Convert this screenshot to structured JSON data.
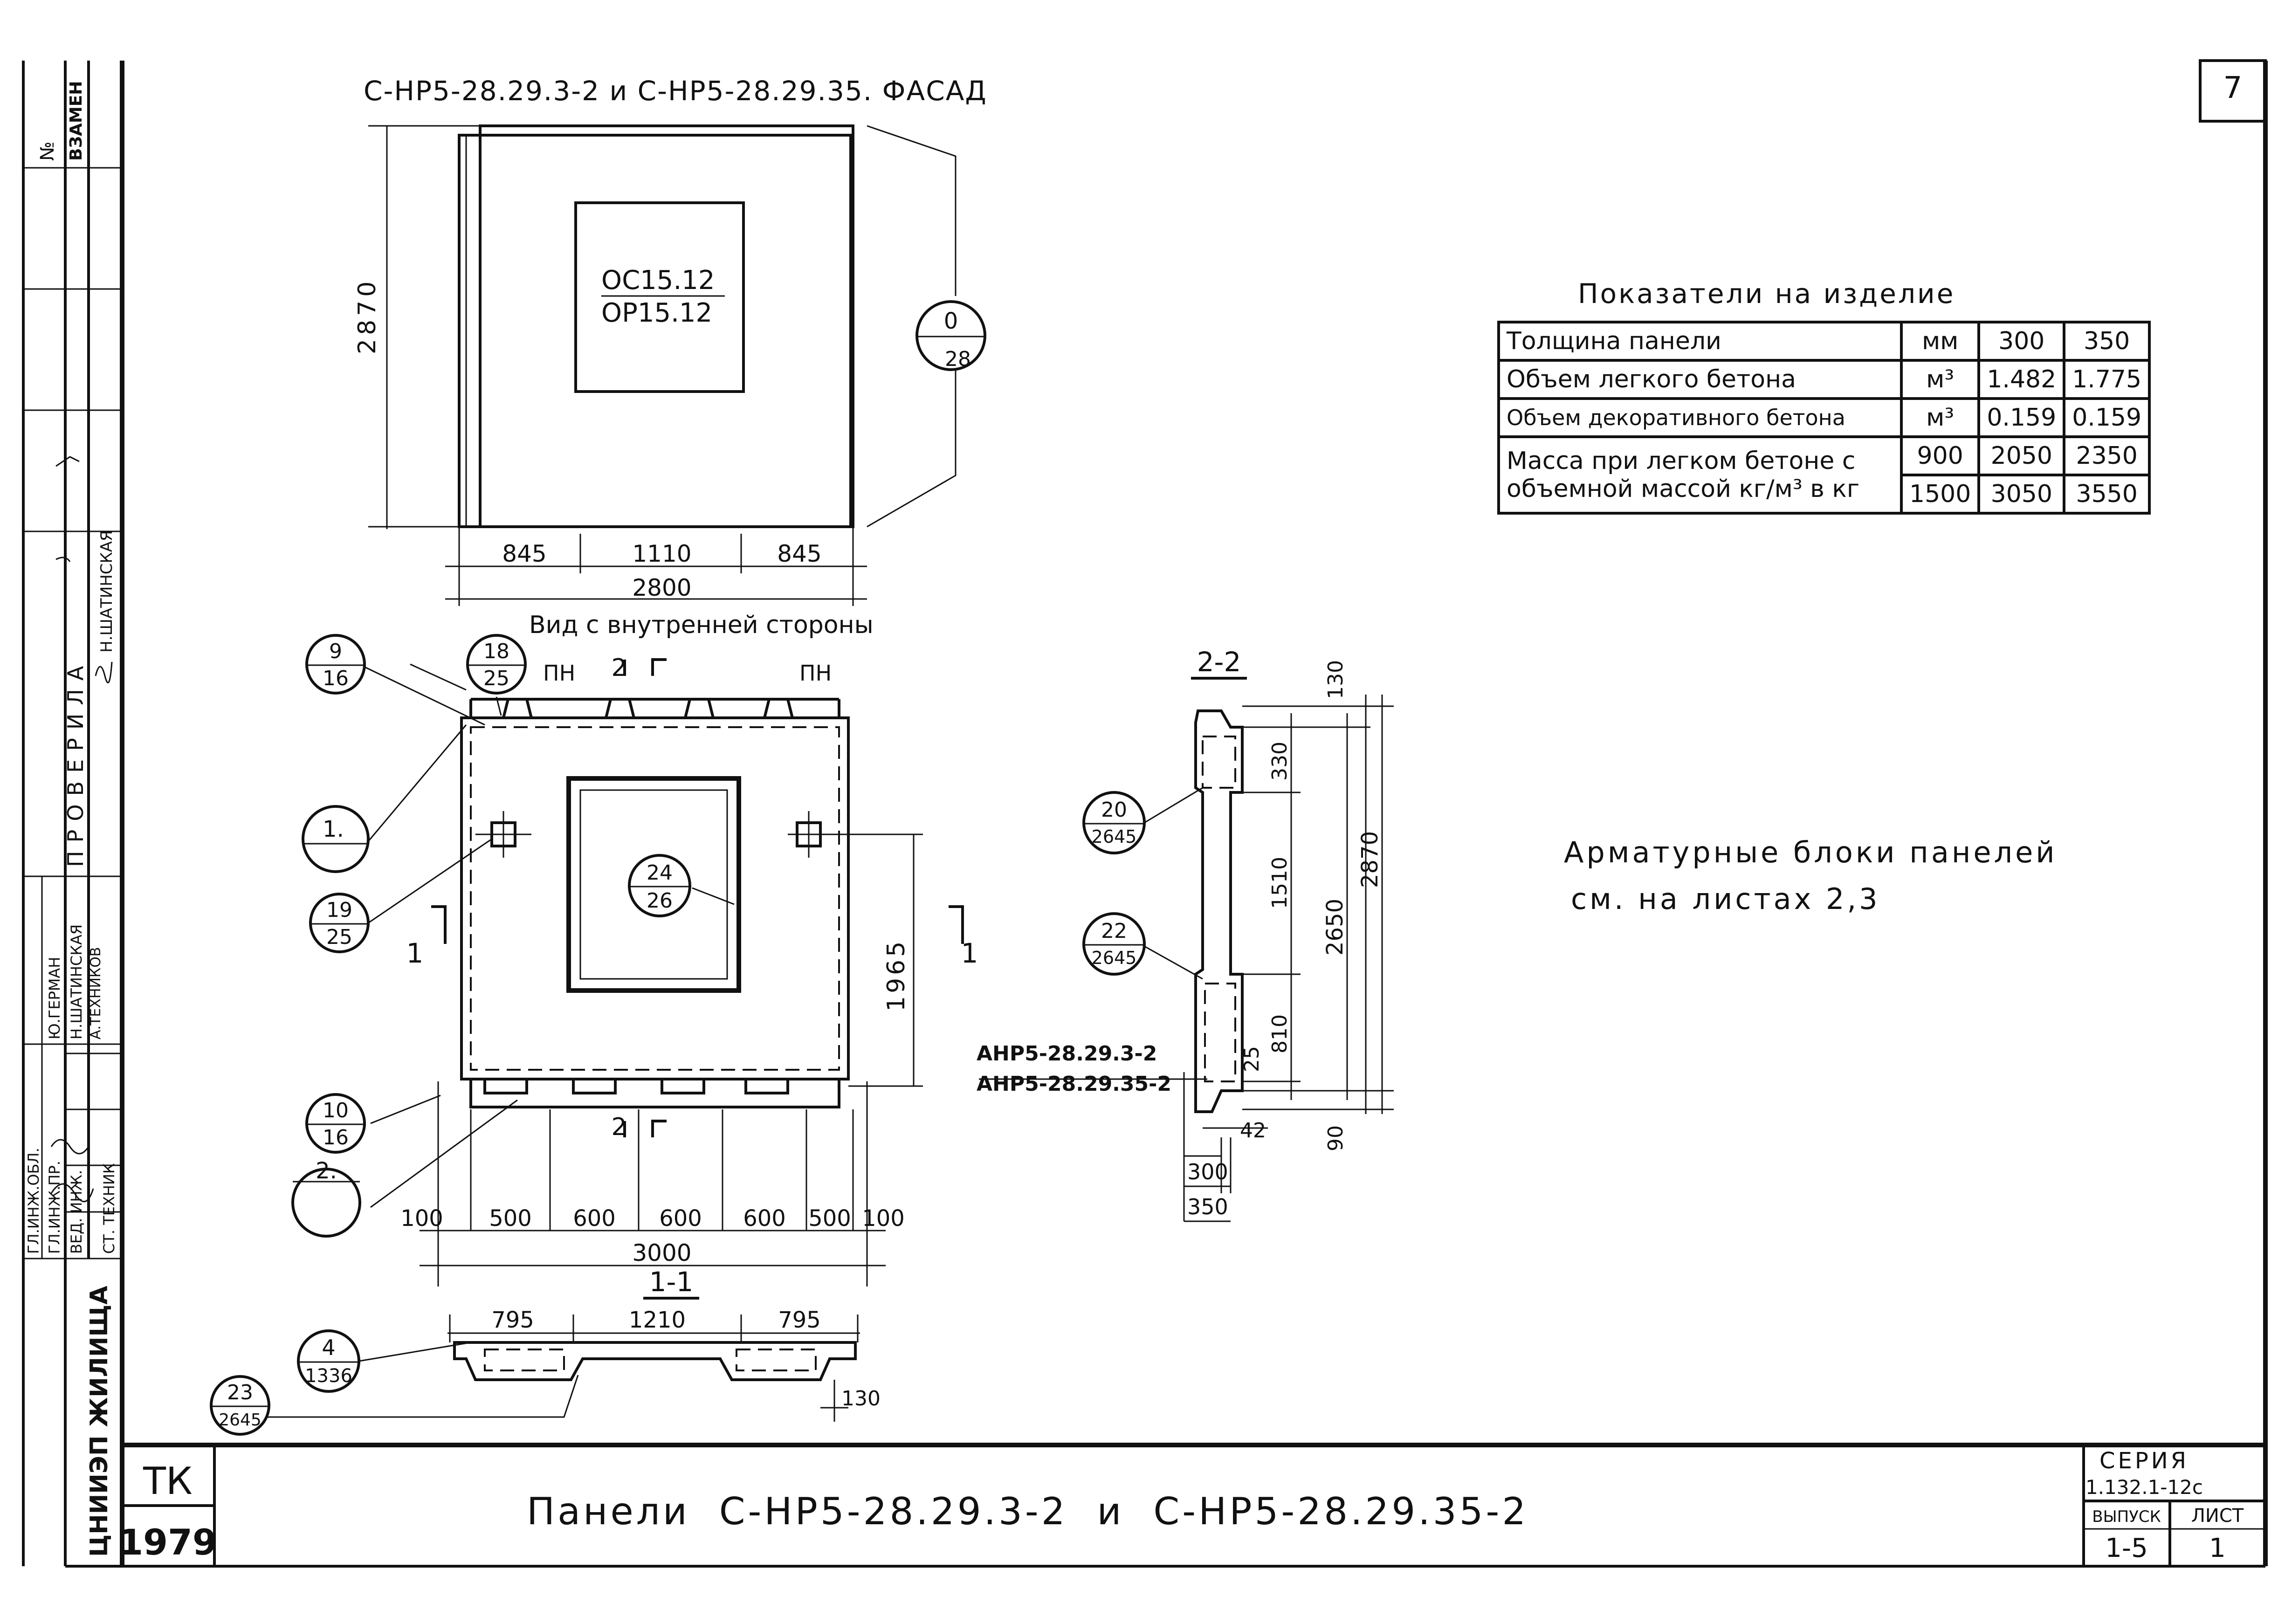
{
  "sheet_number": "7",
  "stamp": {
    "col_no": "№",
    "col_zamen": "ВЗАМЕН",
    "proverila": "ПРОВЕРИЛА",
    "roles": [
      "ГЛ.ИНЖ.ОБЛ.",
      "ГЛ.ИНЖ.ПР.",
      "ВЕД. ИНЖ.",
      "СТ. ТЕХНИК"
    ],
    "names": [
      "Ю.ГЕРМАН",
      "Н.ШАТИНСКАЯ",
      "А.ТЕХНИКОВ"
    ],
    "checker": "Н.ШАТИНСКАЯ",
    "org": "ЦНИИЭП ЖИЛИЩА"
  },
  "facade": {
    "title": "С-НР5-28.29.3-2 и С-НР5-28.29.35. ФАСАД",
    "window_top": "ОС15.12",
    "window_bottom": "ОР15.12",
    "callout_top": "0",
    "callout_bottom": "28",
    "height_dim": "2870",
    "dims_bottom": [
      "845",
      "1110",
      "845"
    ],
    "overall_width": "2800"
  },
  "inner_view": {
    "title": "Вид с внутренней стороны",
    "section_top": "2",
    "section_bottom": "2",
    "section_side": "1",
    "pn_left": "ПН",
    "pn_right": "ПН",
    "callouts": [
      {
        "top": "9",
        "bottom": "16"
      },
      {
        "top": "18",
        "bottom": "25"
      },
      {
        "top": "1.",
        "bottom": ""
      },
      {
        "top": "19",
        "bottom": "25"
      },
      {
        "top": "24",
        "bottom": "26"
      },
      {
        "top": "10",
        "bottom": "16"
      },
      {
        "top": "2.",
        "bottom": ""
      }
    ],
    "dim_1965": "1965",
    "dims_bottom": [
      "100",
      "500",
      "600",
      "600",
      "600",
      "500",
      "100"
    ],
    "overall_width": "3000"
  },
  "section_11": {
    "title": "1-1",
    "dims": [
      "795",
      "1210",
      "795"
    ],
    "dim_130": "130",
    "callouts": [
      {
        "top": "4",
        "bottom": "1336"
      },
      {
        "top": "23",
        "bottom": "2645"
      }
    ]
  },
  "section_22": {
    "title": "2-2",
    "dims_right": [
      "130",
      "330",
      "1510",
      "810",
      "25"
    ],
    "dim_2650": "2650",
    "dim_2870": "2870",
    "dim_90": "90",
    "dim_42": "42",
    "dim_300": "300",
    "dim_350": "350",
    "callouts": [
      {
        "top": "20",
        "bottom": "2645"
      },
      {
        "top": "22",
        "bottom": "2645"
      }
    ],
    "mark_1": "АНР5-28.29.3-2",
    "mark_2": "АНР5-28.29.35-2"
  },
  "indicators": {
    "title": "Показатели на изделие",
    "rows": [
      {
        "label": "Толщина панели",
        "unit": "мм",
        "values": [
          "300",
          "350"
        ]
      },
      {
        "label": "Объем легкого бетона",
        "unit": "м³",
        "values": [
          "1.482",
          "1.775"
        ]
      },
      {
        "label": "Объем декоративного бетона",
        "unit": "м³",
        "values": [
          "0.159",
          "0.159"
        ]
      }
    ],
    "mass_label_1": "Масса при легком бетоне с",
    "mass_label_2": "объемной массой кг/м³ в кг",
    "mass_rows": [
      {
        "density": "900",
        "values": [
          "2050",
          "2350"
        ]
      },
      {
        "density": "1500",
        "values": [
          "3050",
          "3550"
        ]
      }
    ]
  },
  "note": {
    "line1": "Арматурные блоки панелей",
    "line2": "см. на листах 2,3"
  },
  "title_block": {
    "tk": "ТК",
    "year": "1979",
    "title": "Панели  С-НР5-28.29.3-2  и  С-НР5-28.29.35-2",
    "seria_label": "СЕРИЯ",
    "seria_value": "1.132.1-12с",
    "vypusk_label": "ВЫПУСК",
    "list_label": "ЛИСТ",
    "vypusk_value": "1-5",
    "list_value": "1"
  }
}
